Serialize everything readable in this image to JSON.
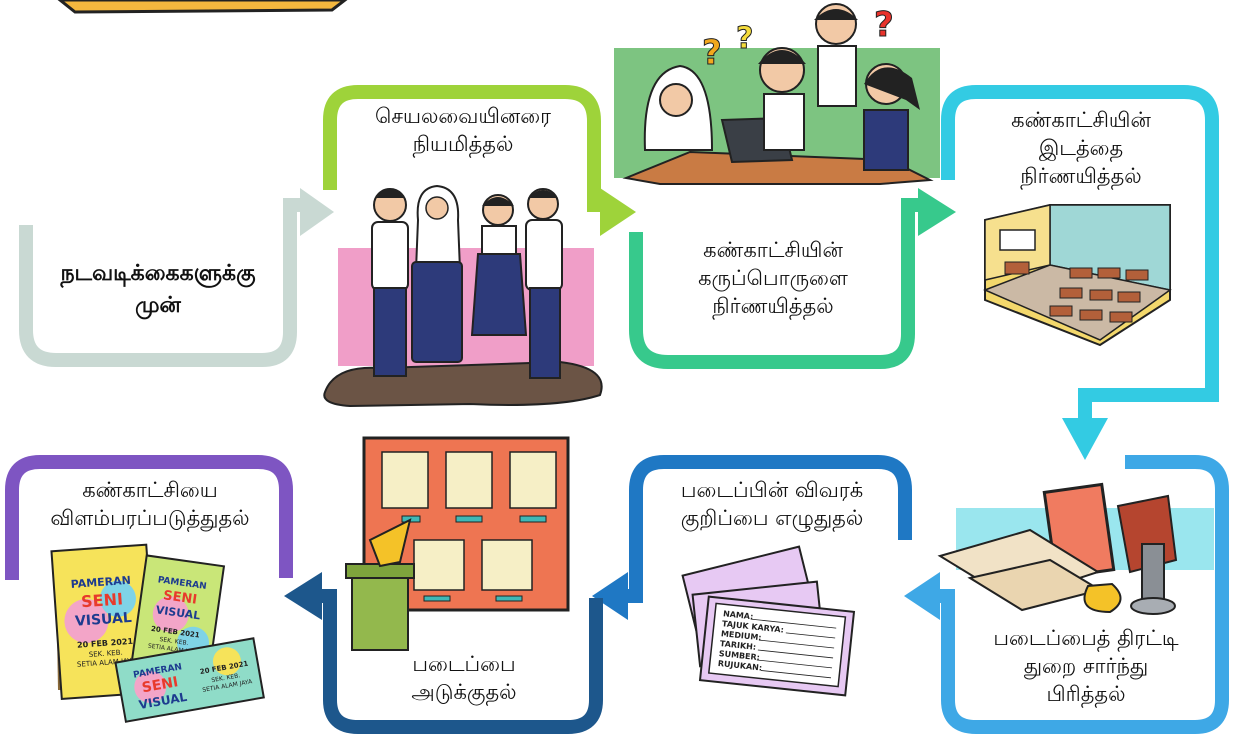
{
  "diagram": {
    "start_label": "நடவடிக்கைகளுக்கு\nமுன்",
    "steps": [
      {
        "label": "செயலவையினரை\nநியமித்தல்",
        "color": "#9ed33a"
      },
      {
        "label": "கண்காட்சியின்\nகருப்பொருளை\nநிர்ணயித்தல்",
        "color": "#37c98c"
      },
      {
        "label": "கண்காட்சியின்\nஇடத்தை\nநிர்ணயித்தல்",
        "color": "#33cbe3"
      },
      {
        "label": "படைப்பைத் திரட்டி\nதுறை சார்ந்து\nபிரித்தல்",
        "color": "#3ea8e6"
      },
      {
        "label": "படைப்பின் விவரக்\nகுறிப்பை எழுதுதல்",
        "color": "#1f78c4"
      },
      {
        "label": "படைப்பை\nஅடுக்குதல்",
        "color": "#1d578c"
      },
      {
        "label": "கண்காட்சியை\nவிளம்பரப்படுத்துதல்",
        "color": "#7e55c2"
      }
    ],
    "start_color": "#c9d9d3"
  },
  "illustrations": {
    "poster": {
      "line1": "PAMERAN",
      "line2": "SENI",
      "line3": "VISUAL",
      "date": "20 FEB 2021",
      "school1": "SEK. KEB.",
      "school2": "SETIA ALAM JAYA"
    },
    "card_fields": [
      "NAMA:",
      "TAJUK KARYA:",
      "MEDIUM:",
      "TARIKH:",
      "SUMBER:",
      "RUJUKAN:"
    ]
  }
}
